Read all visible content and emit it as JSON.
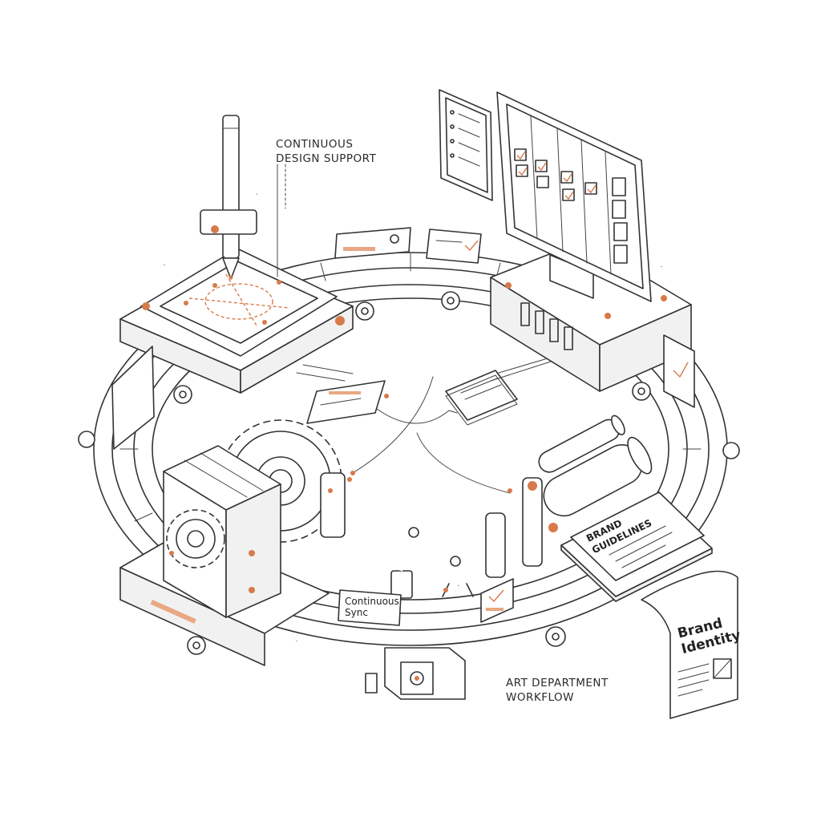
{
  "labels": {
    "top_callout": [
      "CONTINUOUS",
      "DESIGN SUPPORT"
    ],
    "bottom_callout": [
      "ART DEPARTMENT",
      "WORKFLOW"
    ],
    "sync_tag": [
      "Continuous",
      "Sync"
    ],
    "book_cover": [
      "BRAND",
      "GUIDELINES"
    ],
    "scroll_title": [
      "Brand",
      "Identity"
    ]
  },
  "colors": {
    "ink": "#333333",
    "accent": "#d77a4a",
    "background": "#ffffff"
  },
  "icons": [
    "pencil-icon",
    "gear-icon",
    "robot-arm-icon",
    "monitor-icon",
    "checklist-icon"
  ]
}
